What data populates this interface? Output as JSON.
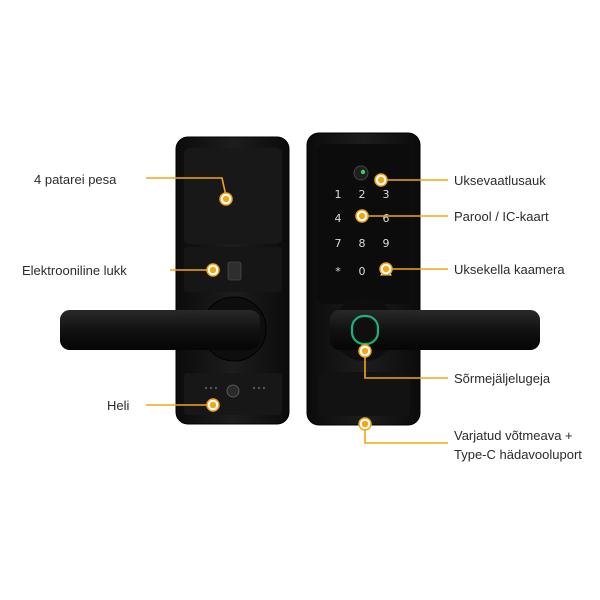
{
  "labels": {
    "battery": "4 patarei pesa",
    "motor": "Elektrooniline lukk",
    "speaker": "Heli",
    "peephole": "Uksevaatlusauk",
    "keypad": "Parool / IC-kaart",
    "camera": "Uksekella kaamera",
    "fingerprint": "Sõrmejäljelugeja",
    "hidden_key_line1": "Varjatud võtmeava +",
    "hidden_key_line2": "Type-C hädavooluport"
  },
  "keypad_keys": [
    "1",
    "2",
    "3",
    "4",
    "5",
    "6",
    "7",
    "8",
    "9",
    "*",
    "0",
    "bell"
  ],
  "colors": {
    "callout": "#f2a516",
    "lock_body": "#141414",
    "keypad_digits": "#dcdcdc",
    "text": "#2b2b2b"
  }
}
